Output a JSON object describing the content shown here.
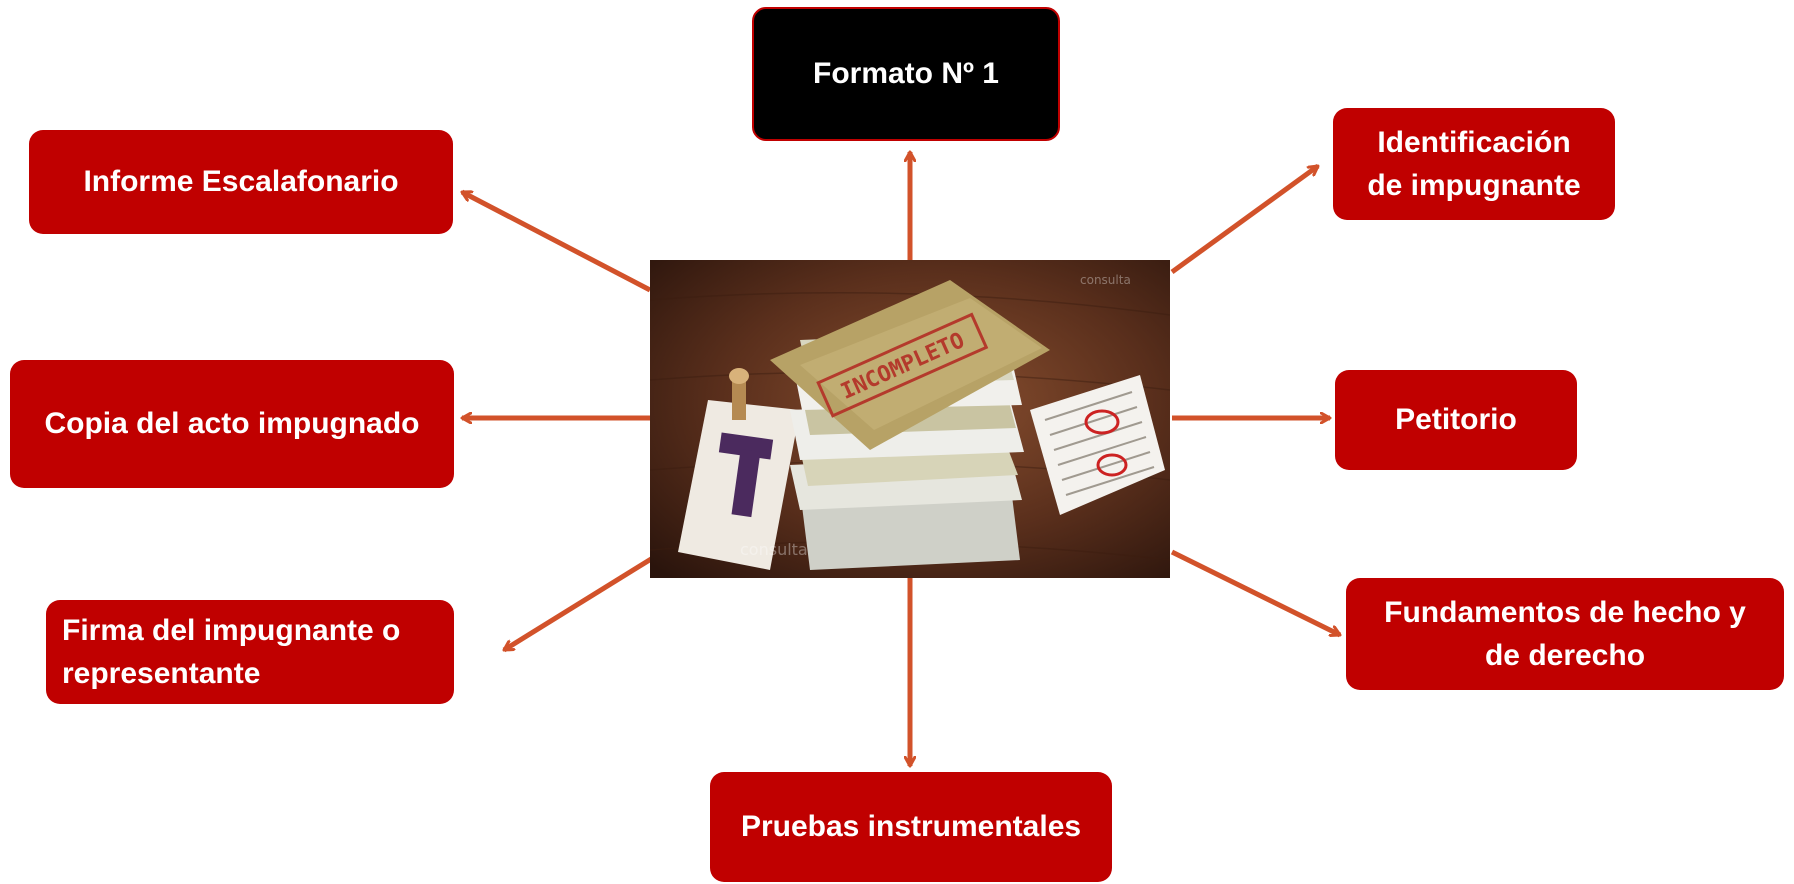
{
  "title": "Formato Nº 1",
  "nodes": {
    "informe": "Informe Escalafonario",
    "identificacion": "Identificación\nde impugnante",
    "copia": "Copia del acto impugnado",
    "petitorio": "Petitorio",
    "firma": "Firma del impugnante o\nrepresentante",
    "fundamentos": "Fundamentos de hecho y\nde derecho",
    "pruebas": "Pruebas instrumentales"
  },
  "photo": {
    "stamp_text": "INCOMPLETO",
    "watermark": "consulta"
  },
  "colors": {
    "box_fill": "#c00000",
    "title_fill": "#000000",
    "arrow": "#d2522a",
    "text": "#ffffff"
  }
}
